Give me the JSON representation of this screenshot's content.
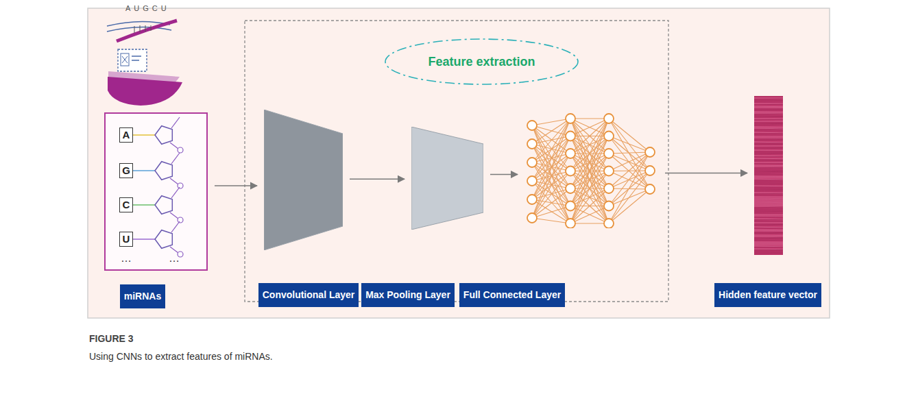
{
  "diagram": {
    "title": "FIGURE 3",
    "caption": "Using CNNs to extract features of miRNAs.",
    "nodes": [
      {
        "text": [
          "Feature extraction"
        ]
      },
      {
        "text": [
          "miRNAs"
        ]
      },
      {
        "text": [
          "A"
        ],
        "in": 1
      },
      {
        "text": [
          "G"
        ],
        "in": 1
      },
      {
        "text": [
          "C"
        ],
        "in": 1
      },
      {
        "text": [
          "U"
        ],
        "in": 1
      },
      {
        "text": [
          "Convolutional Layer"
        ]
      },
      {
        "text": [
          "Max Pooling Layer"
        ]
      },
      {
        "text": [
          "Full Connected Layer"
        ]
      },
      {
        "text": [
          "Hidden feature vector"
        ]
      }
    ],
    "edges": [
      {
        "from": 1,
        "to": 6,
        "arrow": "to"
      },
      {
        "from": 6,
        "to": 7,
        "arrow": "to"
      },
      {
        "from": 7,
        "to": 8,
        "arrow": "to"
      },
      {
        "from": 8,
        "to": 9,
        "arrow": "to"
      }
    ],
    "labels": [
      "AUGCU",
      "…",
      "…"
    ]
  }
}
